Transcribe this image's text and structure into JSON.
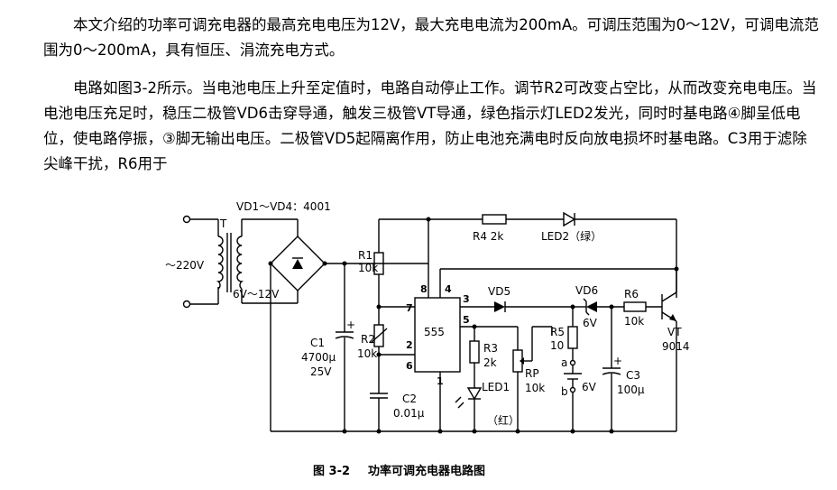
{
  "text": {
    "p1": "本文介绍的功率可调充电器的最高充电电压为12V，最大充电电流为200mA。可调压范围为0～12V，可调电流范围为0～200mA，具有恒压、涓流充电方式。",
    "p2": "电路如图3-2所示。当电池电压上升至定值时，电路自动停止工作。调节R2可改变占空比，从而改变充电电压。当电池电压充足时，稳压二极管VD6击穿导通，触发三极管VT导通，绿色指示灯LED2发光，同时时基电路④脚呈低电位，使电路停振，③脚无输出电压。二极管VD5起隔离作用，防止电池充满电时反向放电损坏时基电路。C3用于滤除尖峰干扰，R6用于"
  },
  "caption": {
    "fig": "图 3-2",
    "title": "功率可调充电器电路图"
  },
  "circuit": {
    "bridge": "VD1～VD4：4001",
    "transformer": "T",
    "mains": "～220V",
    "secondary": "6V～12V",
    "r1": "R1",
    "r1_val": "10k",
    "r4": "R4  2k",
    "led2": "LED2（绿）",
    "c1": "C1",
    "c1_val1": "4700μ",
    "c1_val2": "25V",
    "r2": "R2",
    "r2_val": "10k",
    "c2": "C2",
    "c2_val": "0.01μ",
    "ic": "555",
    "pin8": "8",
    "pin4": "4",
    "pin7": "7",
    "pin3": "3",
    "pin5": "5",
    "pin2": "2",
    "pin6": "6",
    "pin1": "1",
    "vd5": "VD5",
    "r3": "R3",
    "r3_val": "2k",
    "led1": "LED1",
    "led1_color": "（红）",
    "rp": "RP",
    "rp_val": "10k",
    "r5": "R5",
    "r5_val": "10",
    "vd6": "VD6",
    "vd6_val": "6V",
    "node_a": "a",
    "node_b": "b",
    "bat": "6V",
    "r6": "R6",
    "r6_val": "10k",
    "vt": "VT",
    "vt_val": "9014",
    "c3": "C3",
    "c3_val": "100μ",
    "plus1": "+",
    "plus2": "+"
  }
}
